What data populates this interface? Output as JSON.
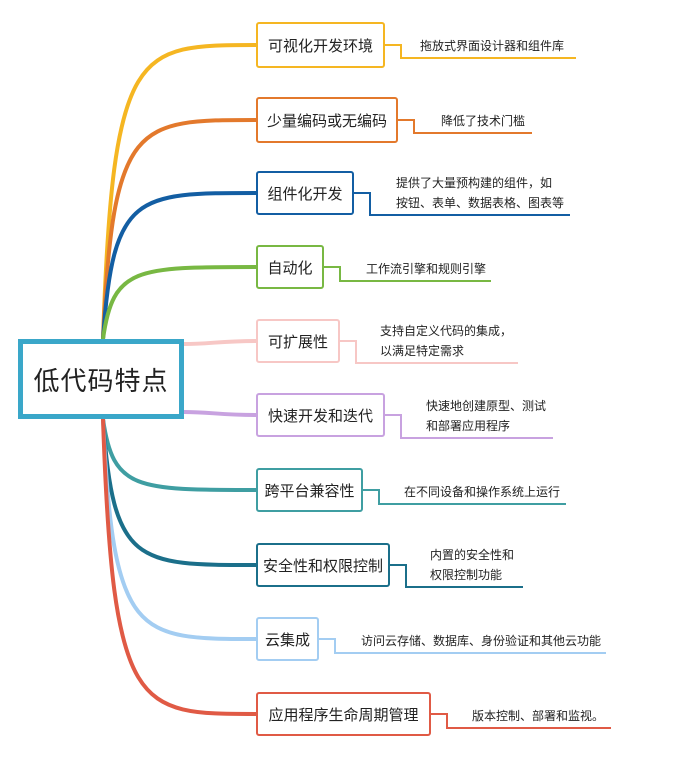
{
  "root": {
    "label": "低代码特点",
    "color": "#3aa7c9"
  },
  "branches": [
    {
      "label": "可视化开发环境",
      "color": "#f5b622",
      "leaf": [
        "拖放式界面设计器和组件库"
      ]
    },
    {
      "label": "少量编码或无编码",
      "color": "#e3792c",
      "leaf": [
        "降低了技术门槛"
      ]
    },
    {
      "label": "组件化开发",
      "color": "#135ea3",
      "leaf": [
        "提供了大量预构建的组件，如",
        "按钮、表单、数据表格、图表等"
      ]
    },
    {
      "label": "自动化",
      "color": "#78b843",
      "leaf": [
        "工作流引擎和规则引擎"
      ]
    },
    {
      "label": "可扩展性",
      "color": "#f7c7c5",
      "leaf": [
        "支持自定义代码的集成，",
        "以满足特定需求"
      ]
    },
    {
      "label": "快速开发和迭代",
      "color": "#c8a2e0",
      "leaf": [
        "快速地创建原型、测试",
        "和部署应用程序"
      ]
    },
    {
      "label": "跨平台兼容性",
      "color": "#3f9ea2",
      "leaf": [
        "在不同设备和操作系统上运行"
      ]
    },
    {
      "label": "安全性和权限控制",
      "color": "#1b6f8a",
      "leaf": [
        "内置的安全性和",
        "权限控制功能"
      ]
    },
    {
      "label": "云集成",
      "color": "#a3cdf2",
      "leaf": [
        "访问云存储、数据库、身份验证和其他云功能"
      ]
    },
    {
      "label": "应用程序生命周期管理",
      "color": "#e05a45",
      "leaf": [
        "版本控制、部署和监视。"
      ]
    }
  ]
}
